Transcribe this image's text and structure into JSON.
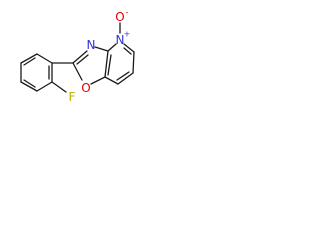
{
  "atoms": {
    "fluorine": "F",
    "ring_oxygen": "O",
    "ring_nitrogen": "N",
    "pyridine_nitrogen": "N",
    "n_oxide_oxygen": "O",
    "positive_charge": "+",
    "negative_charge": "-"
  },
  "colors": {
    "bond": "#1a1a1a",
    "fluorine": "#b4b400",
    "oxygen": "#e00000",
    "nitrogen": "#3030e0",
    "background": "#ffffff"
  }
}
